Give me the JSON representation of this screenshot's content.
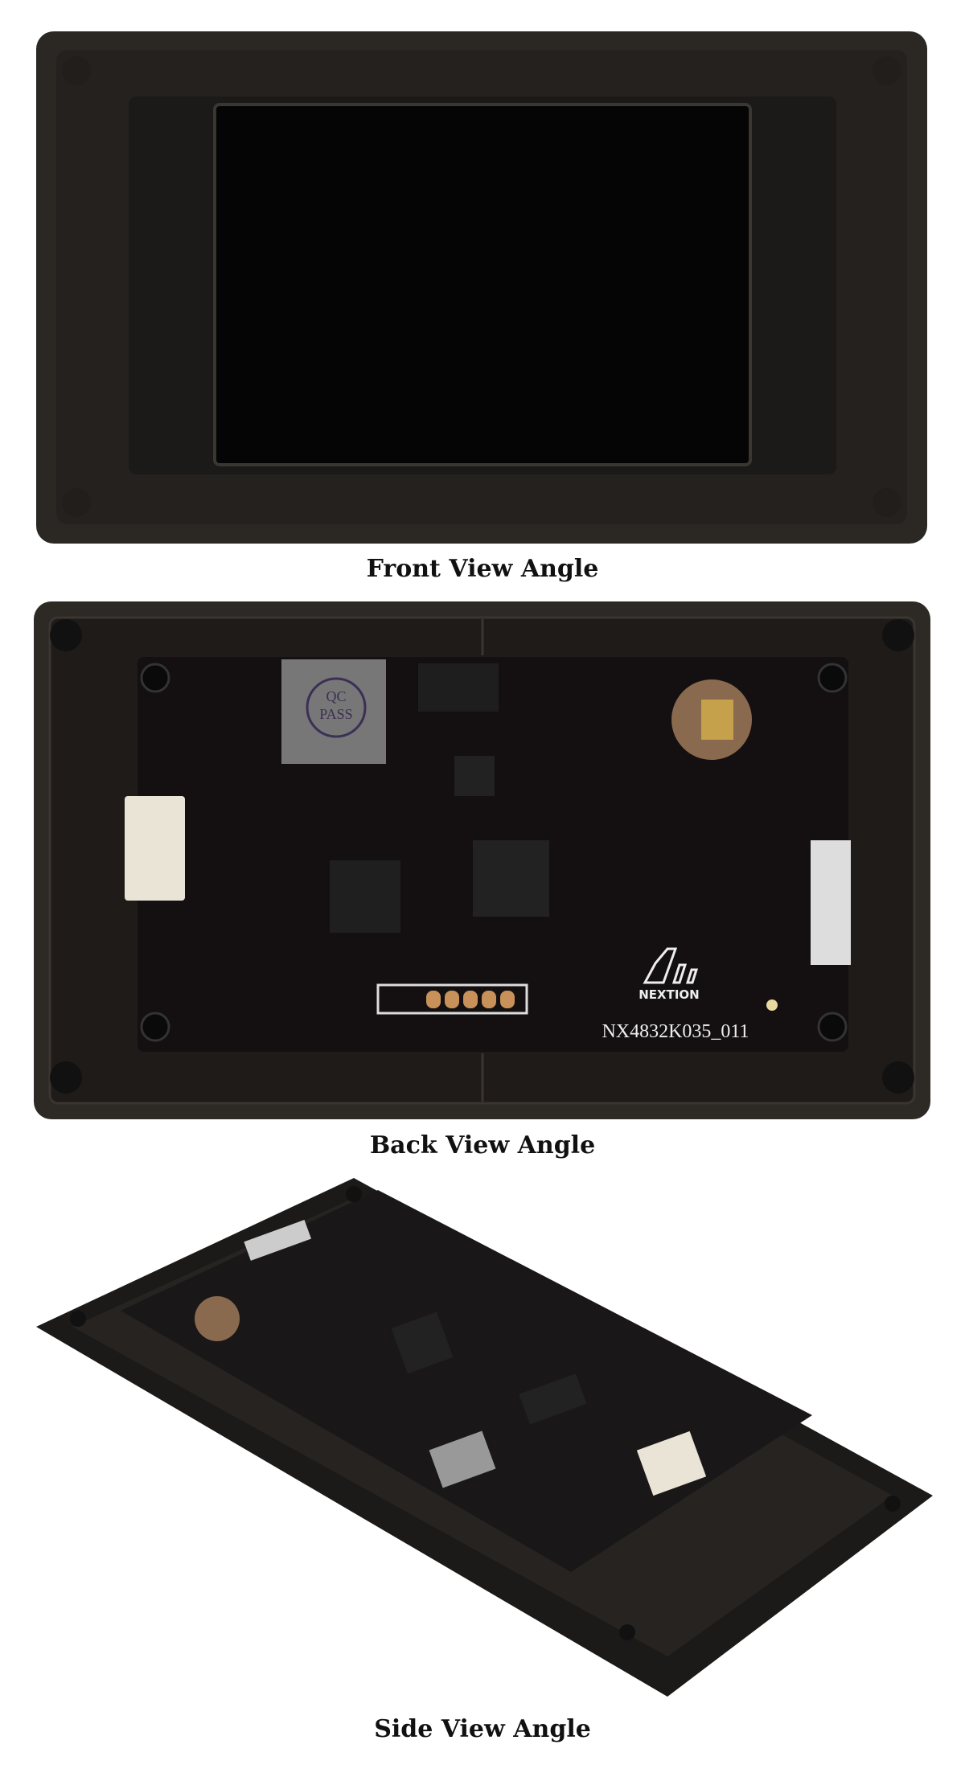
{
  "captions": {
    "front": "Front View Angle",
    "back": "Back View Angle",
    "side": "Side View Angle"
  },
  "board": {
    "brand": "NEXTION",
    "model": "NX4832K035_011",
    "stamp_line1": "QC",
    "stamp_line2": "PASS"
  },
  "colors": {
    "case": "#2b2723",
    "screen": "#050505",
    "pcb": "#141012",
    "connector": "#e9e4d6",
    "battery_holder": "#8a6a4e"
  }
}
